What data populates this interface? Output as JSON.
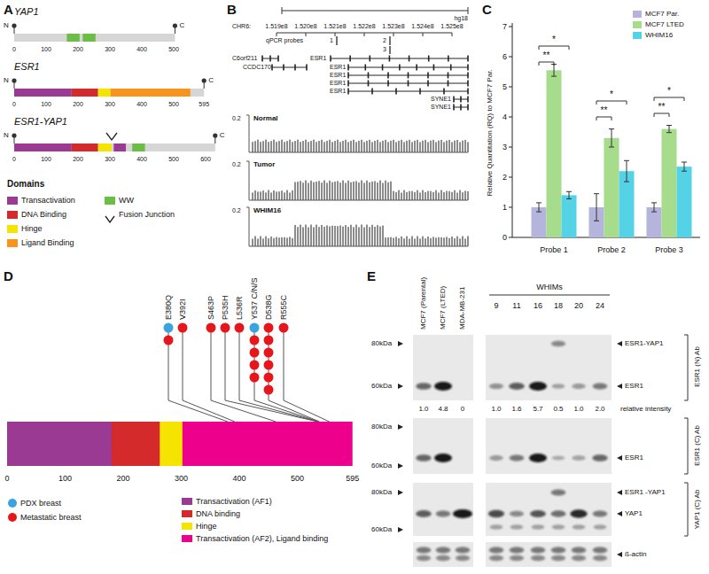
{
  "diagram": {
    "labels": [
      "A",
      "YAP1",
      "N",
      "C",
      "0",
      "100",
      "200",
      "300",
      "400",
      "500",
      "ESR1",
      "N",
      "C",
      "0",
      "100",
      "200",
      "300",
      "400",
      "500",
      "595",
      "ESR1-YAP1",
      "N",
      "C",
      "0",
      "100",
      "200",
      "300",
      "400",
      "500",
      "600",
      "Domains",
      "B",
      "hg18",
      "CHR6:",
      "1.519e8",
      "1.520e8",
      "1.521e8",
      "1.522e8",
      "1.523e8",
      "1.524e8",
      "1.525e8",
      "qPCR probes",
      "1",
      "2",
      "3",
      "C6orf211",
      "ESR1",
      "CCDC170",
      "ESR1",
      "ESR1",
      "ESR1",
      "ESR1",
      "SYNE1",
      "SYNE1",
      "0.2",
      "Normal",
      "0.2",
      "Tumor",
      "0.2",
      "WHIM16",
      "C",
      "0",
      "1",
      "2",
      "3",
      "4",
      "5",
      "6",
      "7",
      "Relative Quantitation (RQ) to MCF7 Par.",
      "Probe 1",
      "Probe 2",
      "Probe 3",
      "*",
      "**",
      "*",
      "**",
      "*",
      "**",
      "D",
      "E380Q",
      "V392I",
      "S463P",
      "P535H",
      "L536R",
      "Y537 C/N/S",
      "D538G",
      "R555C",
      "0",
      "100",
      "200",
      "300",
      "400",
      "500",
      "595",
      "E",
      "MCF7 (Parental)",
      "MCF7 (LTED)",
      "MDA-MB-231",
      "WHIMs",
      "9",
      "11",
      "16",
      "18",
      "20",
      "24",
      "80kDa",
      "60kDa",
      "1.0",
      "4.8",
      "0",
      "1.0",
      "1.6",
      "5.7",
      "0.5",
      "1.0",
      "2.0",
      "relative intensity",
      "80kDa",
      "60kDa",
      "80kDa",
      "60kDa",
      "ESR1-YAP1",
      "ESR1",
      "ESR1 (N) Ab",
      "ESR1",
      "ESR1 (C) Ab",
      "ESR1 -YAP1",
      "YAP1",
      "YAP1 (C) Ab",
      "ß-actin"
    ],
    "legend": [
      {
        "text": "Transactivation",
        "color": "#9b3a92"
      },
      {
        "text": "DNA Binding",
        "color": "#d42a2c"
      },
      {
        "text": "Hinge",
        "color": "#f5e400"
      },
      {
        "text": "Ligand Binding",
        "color": "#f7941d"
      },
      {
        "text": "WW",
        "color": "#6abd45"
      },
      {
        "text": "Fusion Junction"
      },
      {
        "text": "MCF7 Par.",
        "color": "#b4b4dc"
      },
      {
        "text": "MCF7 LTED",
        "color": "#a6dc8c"
      },
      {
        "text": "WHIM16",
        "color": "#55d3e6"
      },
      {
        "text": "PDX breast",
        "color": "#3ba3e0"
      },
      {
        "text": "Metastatic breast",
        "color": "#e8161b"
      },
      {
        "text": "Transactivation (AF1)",
        "color": "#9b3a92"
      },
      {
        "text": "DNA binding",
        "color": "#d42a2c"
      },
      {
        "text": "Hinge",
        "color": "#f5e400"
      },
      {
        "text": "Transactivation (AF2), Ligand binding",
        "color": "#ec008c"
      }
    ]
  }
}
